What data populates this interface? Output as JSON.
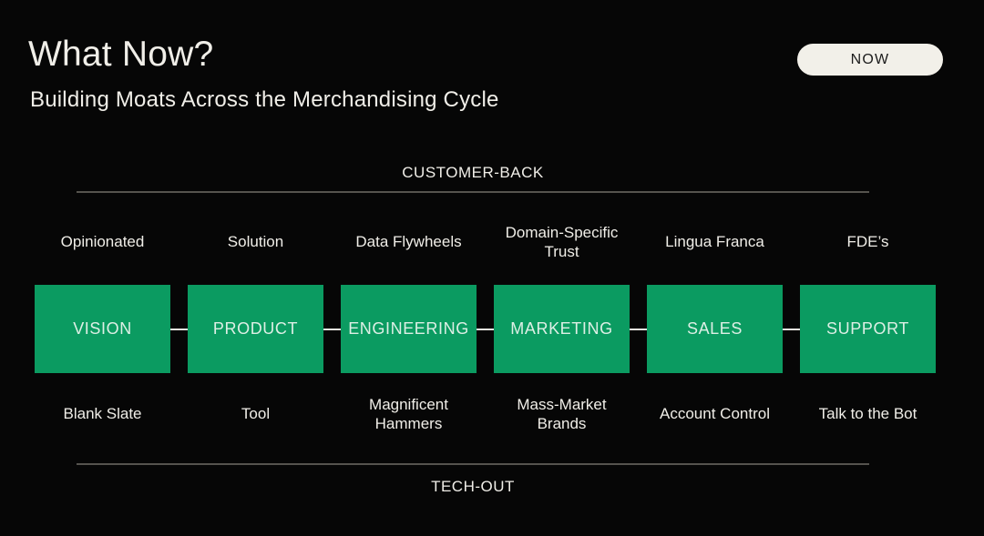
{
  "slide": {
    "title": "What Now?",
    "subtitle": "Building Moats Across the Merchandising Cycle",
    "badge": "NOW"
  },
  "axis": {
    "top_label": "CUSTOMER-BACK",
    "bottom_label": "TECH-OUT"
  },
  "colors": {
    "background": "#060606",
    "text": "#f0eee8",
    "stage_green": "#0b9b61",
    "stage_text": "#ddefe5",
    "badge_bg": "#f2f0e9",
    "badge_text": "#1c1c1c",
    "divider": "#55534e",
    "connector": "#e8e6e0"
  },
  "stages": [
    {
      "name": "VISION",
      "customer_back_moat": "Opinionated",
      "tech_out_moat": "Blank Slate"
    },
    {
      "name": "PRODUCT",
      "customer_back_moat": "Solution",
      "tech_out_moat": "Tool"
    },
    {
      "name": "ENGINEERING",
      "customer_back_moat": "Data Flywheels",
      "tech_out_moat": "Magnificent Hammers"
    },
    {
      "name": "MARKETING",
      "customer_back_moat": "Domain-Specific Trust",
      "tech_out_moat": "Mass-Market Brands"
    },
    {
      "name": "SALES",
      "customer_back_moat": "Lingua Franca",
      "tech_out_moat": "Account Control"
    },
    {
      "name": "SUPPORT",
      "customer_back_moat": "FDE’s",
      "tech_out_moat": "Talk to the Bot"
    }
  ]
}
